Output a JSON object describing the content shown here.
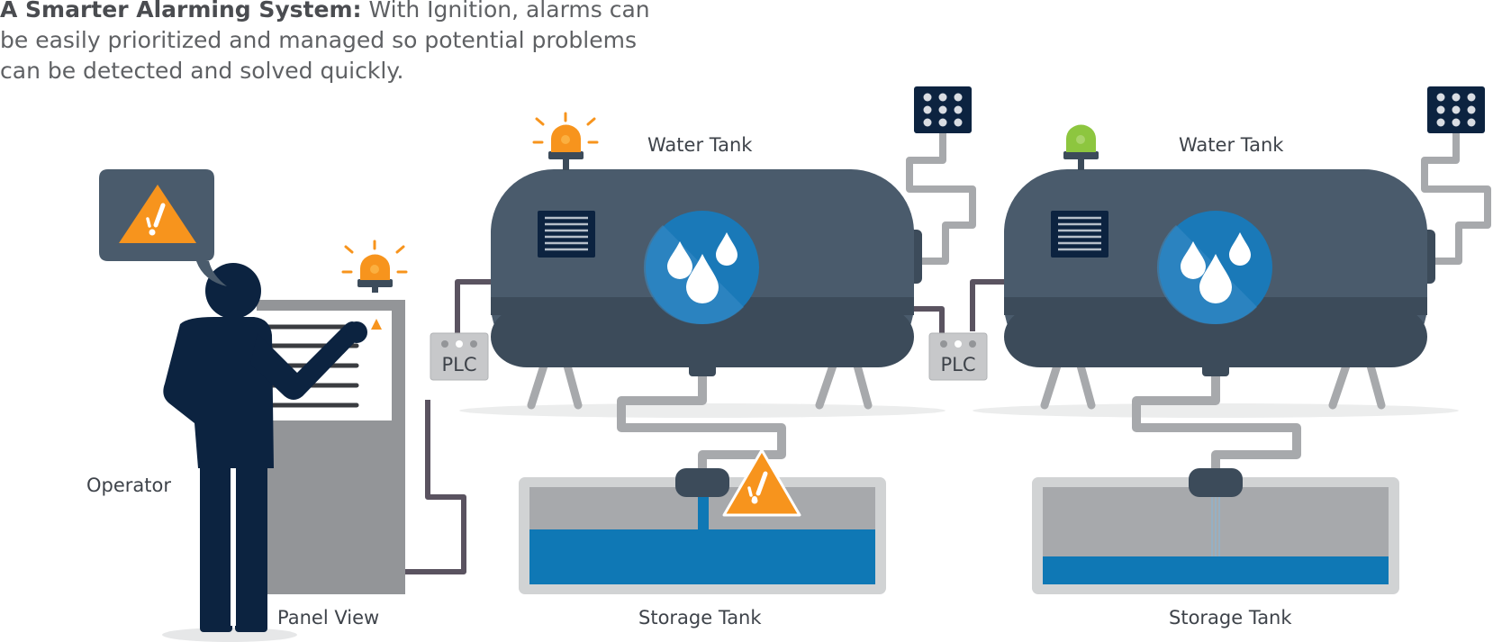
{
  "headline": {
    "bold": "A Smarter Alarming System:",
    "text": " With Ignition, alarms can be easily prioritized and managed so potential problems can be detected and solved quickly."
  },
  "labels": {
    "operator": "Operator",
    "panel_view": "Panel View",
    "plc_1": "PLC",
    "plc_2": "PLC",
    "water_tank_1": "Water Tank",
    "water_tank_2": "Water Tank",
    "storage_tank_1": "Storage Tank",
    "storage_tank_2": "Storage Tank"
  },
  "colors": {
    "navy": "#0c2340",
    "tank_body": "#4a5b6c",
    "tank_dark": "#3c4b5a",
    "pipe_gray": "#a7a9ac",
    "pipe_dark": "#5a5360",
    "water_blue": "#0f78b5",
    "drop_circle": "#1a79b8",
    "alarm_orange": "#f7941d",
    "alarm_green": "#8dc63f",
    "panel_gray": "#939598"
  },
  "status": {
    "tank_1_beacon": "alarm",
    "tank_2_beacon": "normal",
    "panel_beacon": "alarm"
  },
  "icons": {
    "warning": "warning-triangle-icon",
    "beacon": "beacon-light-icon",
    "water": "water-drops-icon",
    "keypad": "keypad-icon"
  }
}
